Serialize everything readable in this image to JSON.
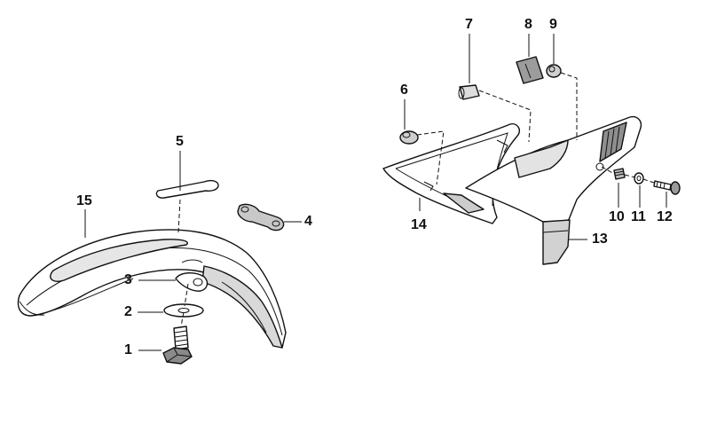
{
  "diagram": {
    "callouts": [
      {
        "id": "1",
        "text": "1"
      },
      {
        "id": "2",
        "text": "2"
      },
      {
        "id": "3",
        "text": "3"
      },
      {
        "id": "4",
        "text": "4"
      },
      {
        "id": "5",
        "text": "5"
      },
      {
        "id": "6",
        "text": "6"
      },
      {
        "id": "7",
        "text": "7"
      },
      {
        "id": "8",
        "text": "8"
      },
      {
        "id": "9",
        "text": "9"
      },
      {
        "id": "10",
        "text": "10"
      },
      {
        "id": "11",
        "text": "11"
      },
      {
        "id": "12",
        "text": "12"
      },
      {
        "id": "13",
        "text": "13"
      },
      {
        "id": "14",
        "text": "14"
      },
      {
        "id": "15",
        "text": "15"
      }
    ],
    "colors": {
      "line": "#111111",
      "fill": "#ffffff",
      "shade": "#cfcfcf",
      "dark": "#555555"
    }
  }
}
